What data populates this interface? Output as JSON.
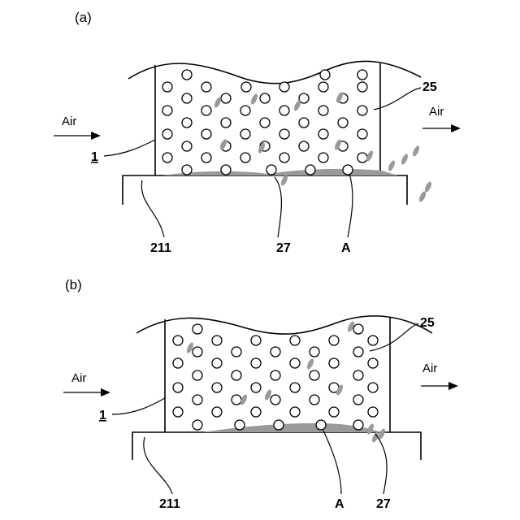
{
  "panels": [
    {
      "id": "a",
      "panel_label": "(a)",
      "air_in_label": "Air",
      "air_out_label": "Air",
      "body_label": "1",
      "hole_label": "25",
      "base_label": "211",
      "gap_label": "27",
      "point_label": "A"
    },
    {
      "id": "b",
      "panel_label": "(b)",
      "air_in_label": "Air",
      "air_out_label": "Air",
      "body_label": "1",
      "hole_label": "25",
      "base_label": "211",
      "gap_label": "27",
      "point_label": "A"
    }
  ],
  "colors": {
    "line": "#000000",
    "dust": "#9a9a9a",
    "background": "#ffffff"
  }
}
